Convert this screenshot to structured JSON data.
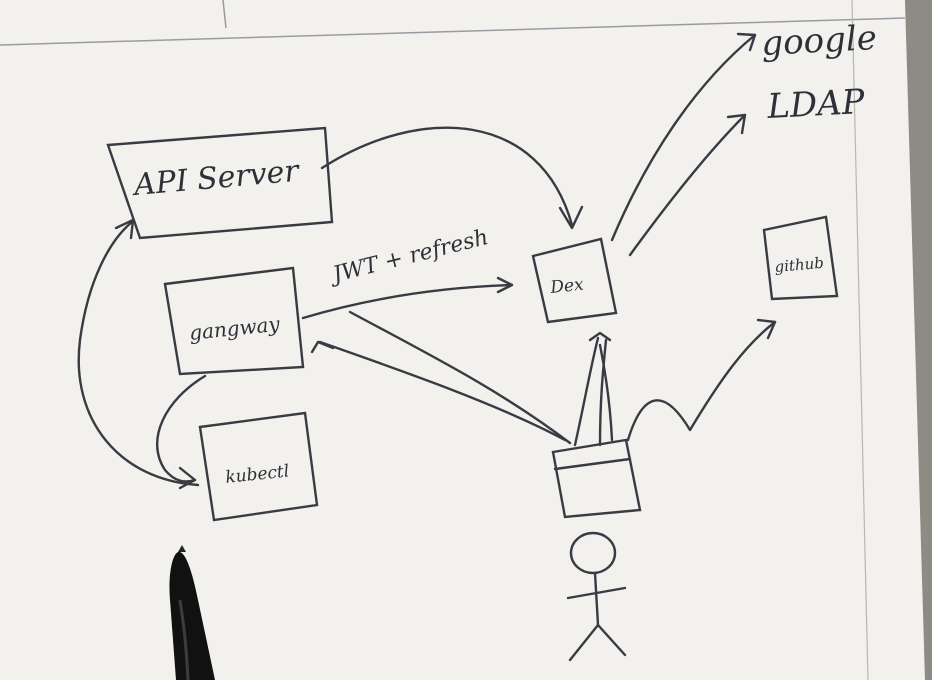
{
  "diagram": {
    "nodes": {
      "api_server": "API Server",
      "gangway": "gangway",
      "kubectl": "kubectl",
      "dex": "Dex",
      "github": "github",
      "google": "google",
      "ldap": "LDAP"
    },
    "edge_labels": {
      "jwt_refresh": "JWT + refresh"
    }
  },
  "colors": {
    "paper": "#f2f1ed",
    "ink": "#3a3a44",
    "pen_body": "#111111"
  }
}
